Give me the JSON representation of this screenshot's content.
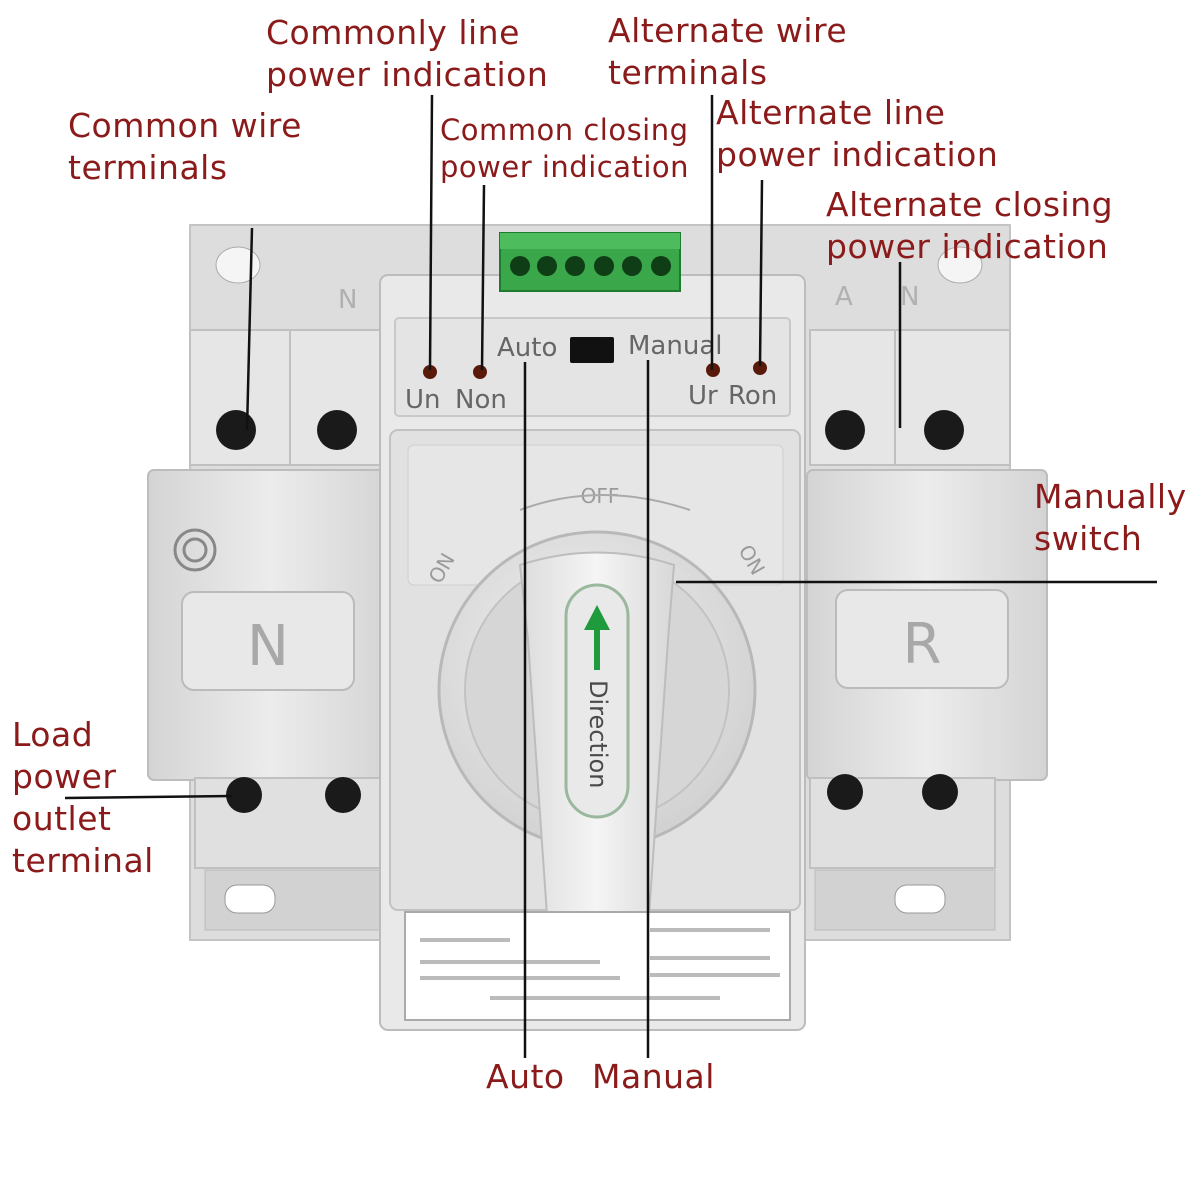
{
  "callouts": {
    "common_wire_terminals": "Common wire\nterminals",
    "commonly_line_power": "Commonly line\npower indication",
    "common_closing_power": "Common closing\npower indication",
    "alternate_wire_terminals": "Alternate wire\nterminals",
    "alternate_line_power": "Alternate line\npower indication",
    "alternate_closing_power": "Alternate closing\npower indication",
    "manually_switch": "Manually\nswitch",
    "load_power_outlet": "Load\npower\noutlet\nterminal",
    "auto": "Auto",
    "manual": "Manual"
  },
  "device": {
    "indicator_un": "Un",
    "indicator_non": "Non",
    "indicator_ur": "Ur",
    "indicator_ron": "Ron",
    "mode_auto": "Auto",
    "mode_manual": "Manual",
    "off_label": "OFF",
    "on_left": "ON",
    "on_right": "ON",
    "panel_n": "N",
    "panel_r": "R",
    "handle_direction": "Direction",
    "top_n": "N",
    "top_a": "A",
    "top_n_right": "N"
  },
  "colors": {
    "label_text": "#8b1a1a",
    "leader_line": "#111111",
    "housing": "#e2e2e2",
    "terminal_block": "#3aa84a",
    "arrow_green": "#1f9a3c",
    "indicator_led": "#5a1a0a"
  },
  "icons": {
    "arrow": "up-arrow-icon",
    "cert_mark": "certification-mark-icon"
  }
}
